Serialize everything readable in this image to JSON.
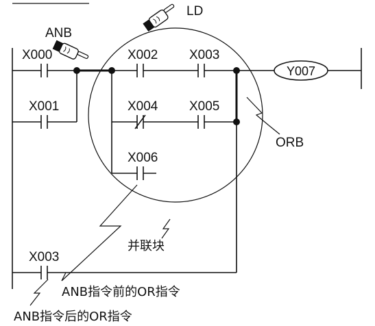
{
  "labels": {
    "ld": "LD",
    "anb": "ANB",
    "orb": "ORB",
    "parallel_block": "并联块",
    "or_before_anb": "ANB指令前的OR指令",
    "or_after_anb": "ANB指令后的OR指令"
  },
  "contacts": {
    "x000": "X000",
    "x001": "X001",
    "x002": "X002",
    "x003_top": "X003",
    "x004": "X004",
    "x005": "X005",
    "x006": "X006",
    "x003_bottom": "X003"
  },
  "coil": {
    "y007": "Y007"
  },
  "icons": [
    "hand-pointer-icon",
    "hand-pointer-icon"
  ]
}
